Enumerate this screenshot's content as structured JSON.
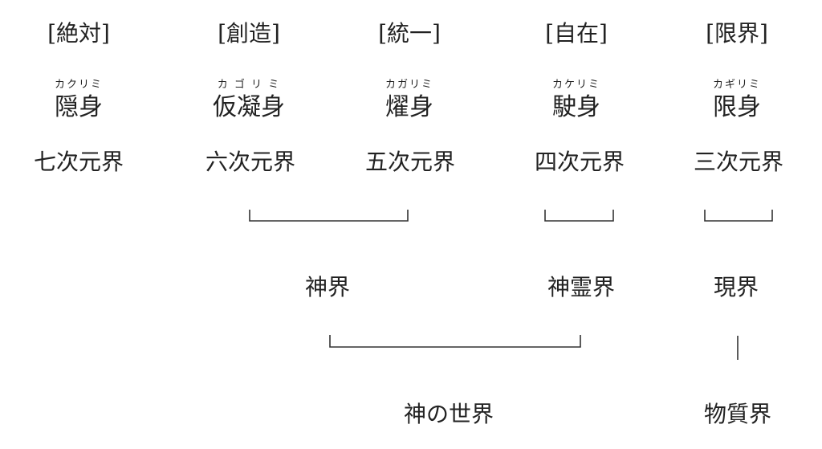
{
  "columns": [
    {
      "attribute": "[絶対]",
      "reading": "カクリミ",
      "body": "隠身",
      "dimension": "七次元界"
    },
    {
      "attribute": "[創造]",
      "reading": "カ ゴ リ ミ",
      "body": "仮凝身",
      "dimension": "六次元界"
    },
    {
      "attribute": "[統一]",
      "reading": "カガリミ",
      "body": "燿身",
      "dimension": "五次元界"
    },
    {
      "attribute": "[自在]",
      "reading": "カケリミ",
      "body": "駛身",
      "dimension": "四次元界"
    },
    {
      "attribute": "[限界]",
      "reading": "カギリミ",
      "body": "限身",
      "dimension": "三次元界"
    }
  ],
  "groups": {
    "divine_world": "神界",
    "divine_spirit_world": "神霊界",
    "present_world": "現界"
  },
  "top_groups": {
    "world_of_gods": "神の世界",
    "material_world": "物質界"
  }
}
